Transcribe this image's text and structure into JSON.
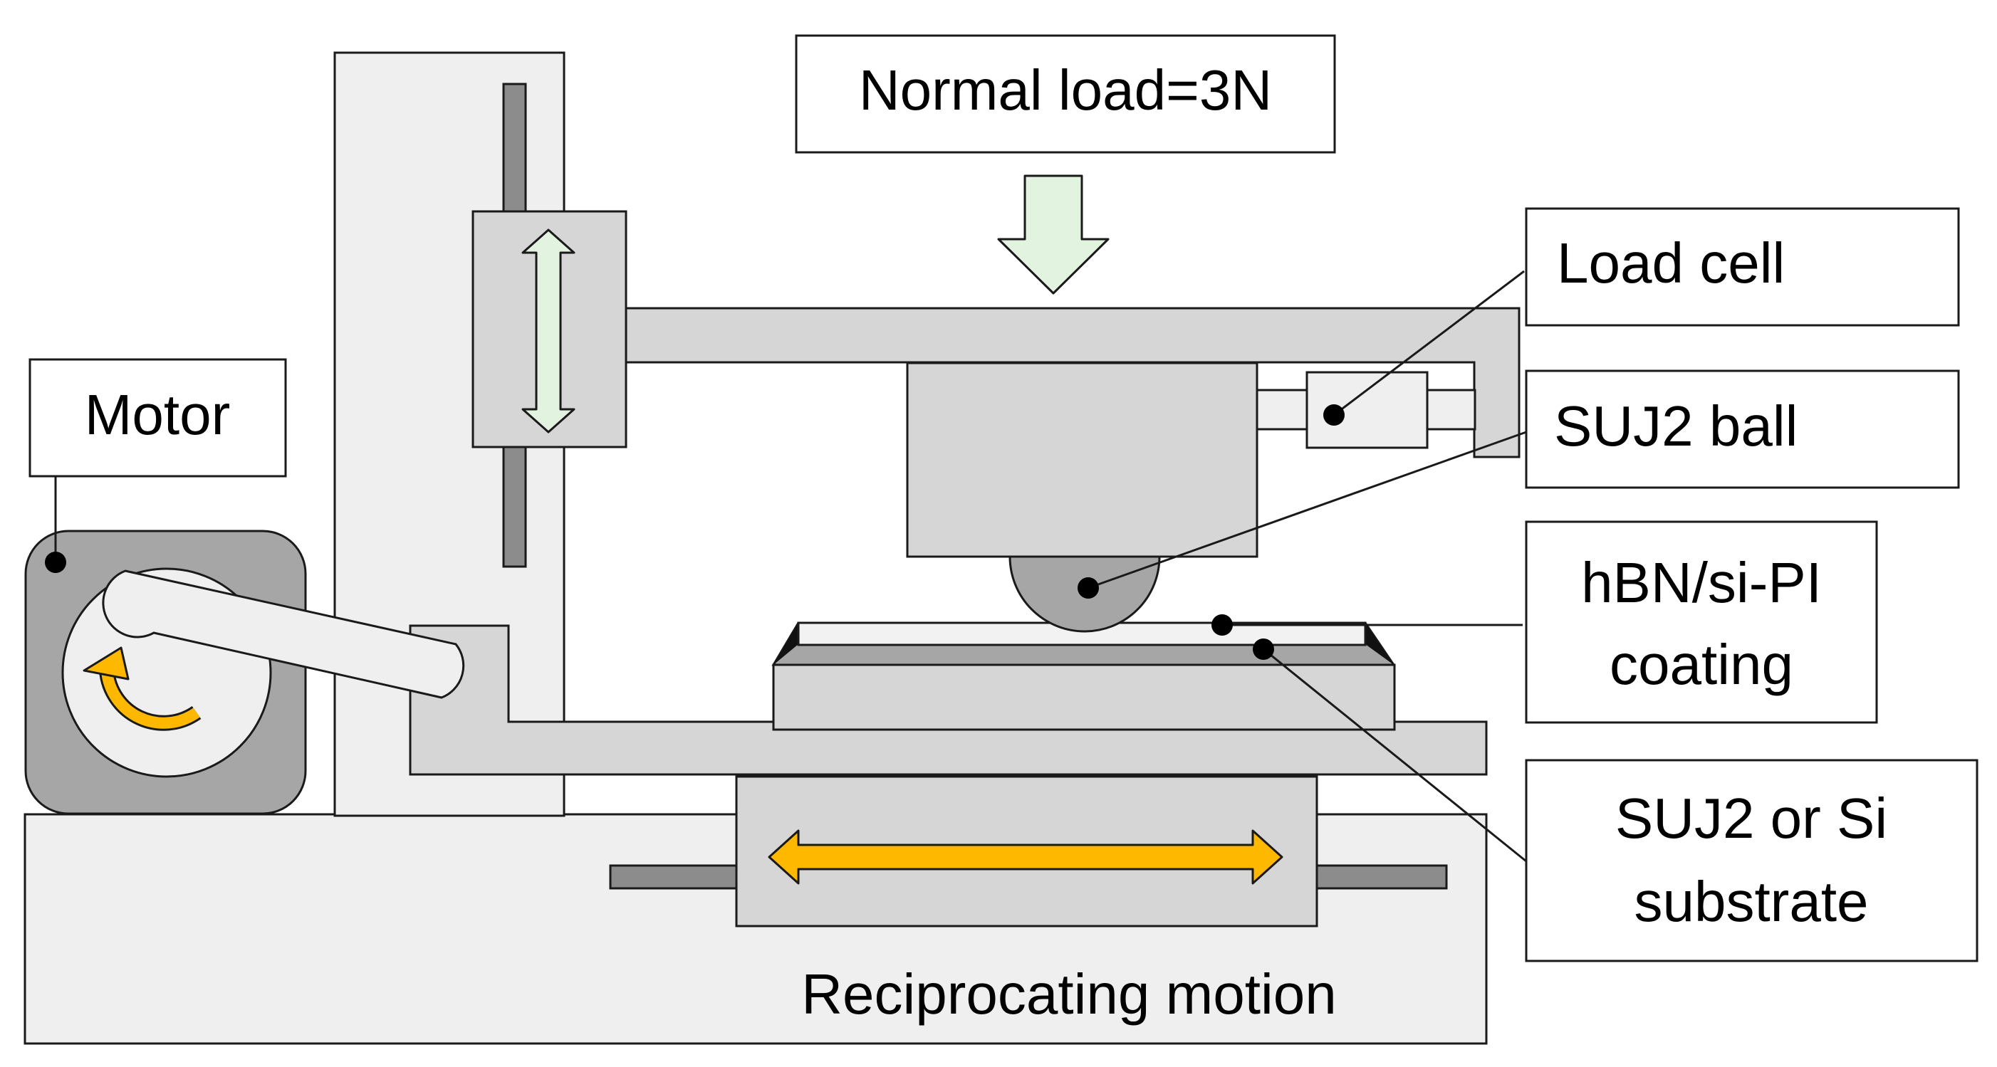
{
  "labels": {
    "normal_load": "Normal load=3N",
    "load_cell": "Load cell",
    "suj2_ball": "SUJ2 ball",
    "coating_line1": "hBN/si-PI",
    "coating_line2": "coating",
    "substrate_line1": "SUJ2 or Si",
    "substrate_line2": "substrate",
    "motor": "Motor",
    "reciprocating_motion": "Reciprocating motion"
  },
  "colors": {
    "light_gray": "#efefef",
    "mid_gray": "#d6d6d6",
    "dark_gray": "#a6a6a6",
    "rail_gray": "#8c8c8c",
    "orange_arrow": "#ffb800",
    "green_arrow": "#e2f3df",
    "outline": "#1a1a1a"
  },
  "icons": [
    "down-arrow-icon",
    "vertical-double-arrow-icon",
    "horizontal-double-arrow-icon",
    "rotation-arrow-icon"
  ]
}
